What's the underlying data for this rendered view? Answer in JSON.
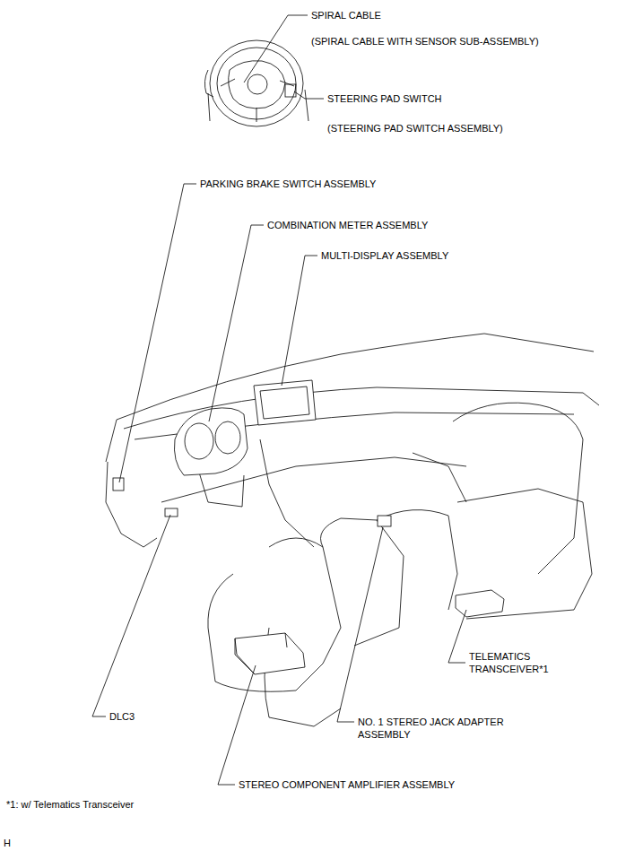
{
  "diagram": {
    "labels": [
      "SPIRAL CABLE",
      "(SPIRAL CABLE WITH SENSOR SUB-ASSEMBLY)",
      "STEERING PAD SWITCH",
      "(STEERING PAD SWITCH ASSEMBLY)",
      "PARKING BRAKE SWITCH ASSEMBLY",
      "COMBINATION METER ASSEMBLY",
      "MULTI-DISPLAY ASSEMBLY",
      "TELEMATICS TRANSCEIVER*1",
      "DLC3",
      "NO. 1 STEREO JACK ADAPTER ASSEMBLY",
      "STEREO COMPONENT AMPLIFIER ASSEMBLY",
      "*1: w/ Telematics Transceiver",
      "H"
    ]
  }
}
